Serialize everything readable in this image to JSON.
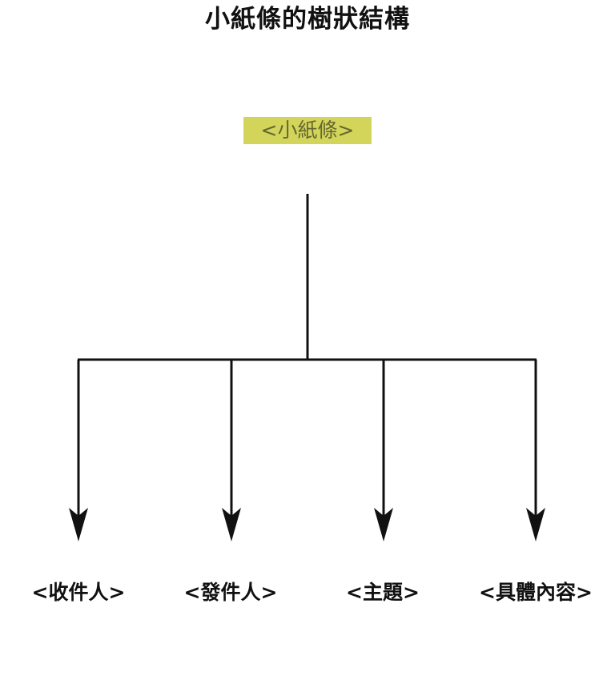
{
  "title": "小紙條的樹狀結構",
  "root": {
    "label": "<小紙條>",
    "highlight_color": "#d3d55a",
    "text_color": "#666633"
  },
  "children": [
    {
      "label": "<收件人>"
    },
    {
      "label": "<發件人>"
    },
    {
      "label": "<主題>"
    },
    {
      "label": "<具體內容>"
    }
  ],
  "line_color": "#111111"
}
